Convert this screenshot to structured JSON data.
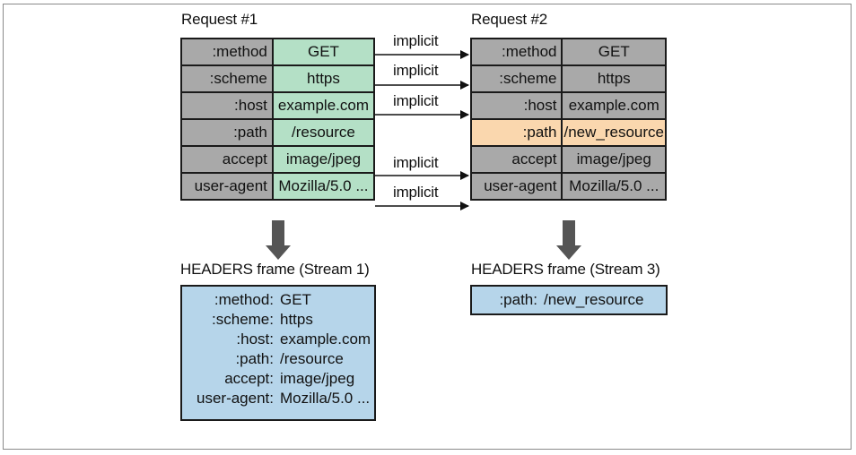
{
  "request1": {
    "title": "Request #1",
    "rows": [
      {
        "key": ":method",
        "value": "GET"
      },
      {
        "key": ":scheme",
        "value": "https"
      },
      {
        "key": ":host",
        "value": "example.com"
      },
      {
        "key": ":path",
        "value": "/resource"
      },
      {
        "key": "accept",
        "value": "image/jpeg"
      },
      {
        "key": "user-agent",
        "value": "Mozilla/5.0 ..."
      }
    ]
  },
  "request2": {
    "title": "Request #2",
    "rows": [
      {
        "key": ":method",
        "value": "GET"
      },
      {
        "key": ":scheme",
        "value": "https"
      },
      {
        "key": ":host",
        "value": "example.com"
      },
      {
        "key": ":path",
        "value": "/new_resource",
        "changed": true
      },
      {
        "key": "accept",
        "value": "image/jpeg"
      },
      {
        "key": "user-agent",
        "value": "Mozilla/5.0 ..."
      }
    ]
  },
  "implicit_labels": [
    "implicit",
    "implicit",
    "implicit",
    "implicit",
    "implicit"
  ],
  "frame1": {
    "title": "HEADERS frame (Stream 1)",
    "rows": [
      {
        "key": ":method:",
        "value": "GET"
      },
      {
        "key": ":scheme:",
        "value": "https"
      },
      {
        "key": ":host:",
        "value": "example.com"
      },
      {
        "key": ":path:",
        "value": "/resource"
      },
      {
        "key": "accept:",
        "value": "image/jpeg"
      },
      {
        "key": "user-agent:",
        "value": "Mozilla/5.0 ..."
      }
    ]
  },
  "frame2": {
    "title": "HEADERS frame (Stream 3)",
    "rows": [
      {
        "key": ":path:",
        "value": "/new_resource"
      }
    ]
  },
  "colors": {
    "key_cell": "#a9a9a9",
    "request1_value": "#b4e0c6",
    "changed_row": "#fad7ae",
    "frame_box": "#b6d5ea",
    "arrow": "#555555"
  }
}
